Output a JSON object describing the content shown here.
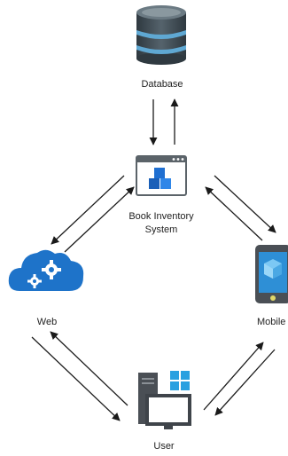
{
  "diagram": {
    "nodes": {
      "database": {
        "label": "Database",
        "icon": "database-icon"
      },
      "system": {
        "label_line1": "Book Inventory",
        "label_line2": "System",
        "icon": "application-window-icon"
      },
      "web": {
        "label": "Web",
        "icon": "cloud-gears-icon"
      },
      "mobile": {
        "label": "Mobile",
        "icon": "smartphone-icon"
      },
      "user": {
        "label": "User",
        "icon": "windows-desktop-icon"
      }
    },
    "edges": [
      {
        "from": "system",
        "to": "database"
      },
      {
        "from": "database",
        "to": "system"
      },
      {
        "from": "system",
        "to": "web"
      },
      {
        "from": "web",
        "to": "system"
      },
      {
        "from": "system",
        "to": "mobile"
      },
      {
        "from": "mobile",
        "to": "system"
      },
      {
        "from": "web",
        "to": "user"
      },
      {
        "from": "user",
        "to": "web"
      },
      {
        "from": "mobile",
        "to": "user"
      },
      {
        "from": "user",
        "to": "mobile"
      }
    ],
    "colors": {
      "arrow": "#1a1a1a",
      "database_dark": "#3e4a52",
      "database_band": "#5fa8d3",
      "azure_blue": "#1e73c9",
      "azure_light": "#5aa9f0",
      "mobile_frame": "#4a4f55",
      "mobile_screen": "#2e8fd6",
      "windows_blue": "#29a0e0"
    }
  }
}
